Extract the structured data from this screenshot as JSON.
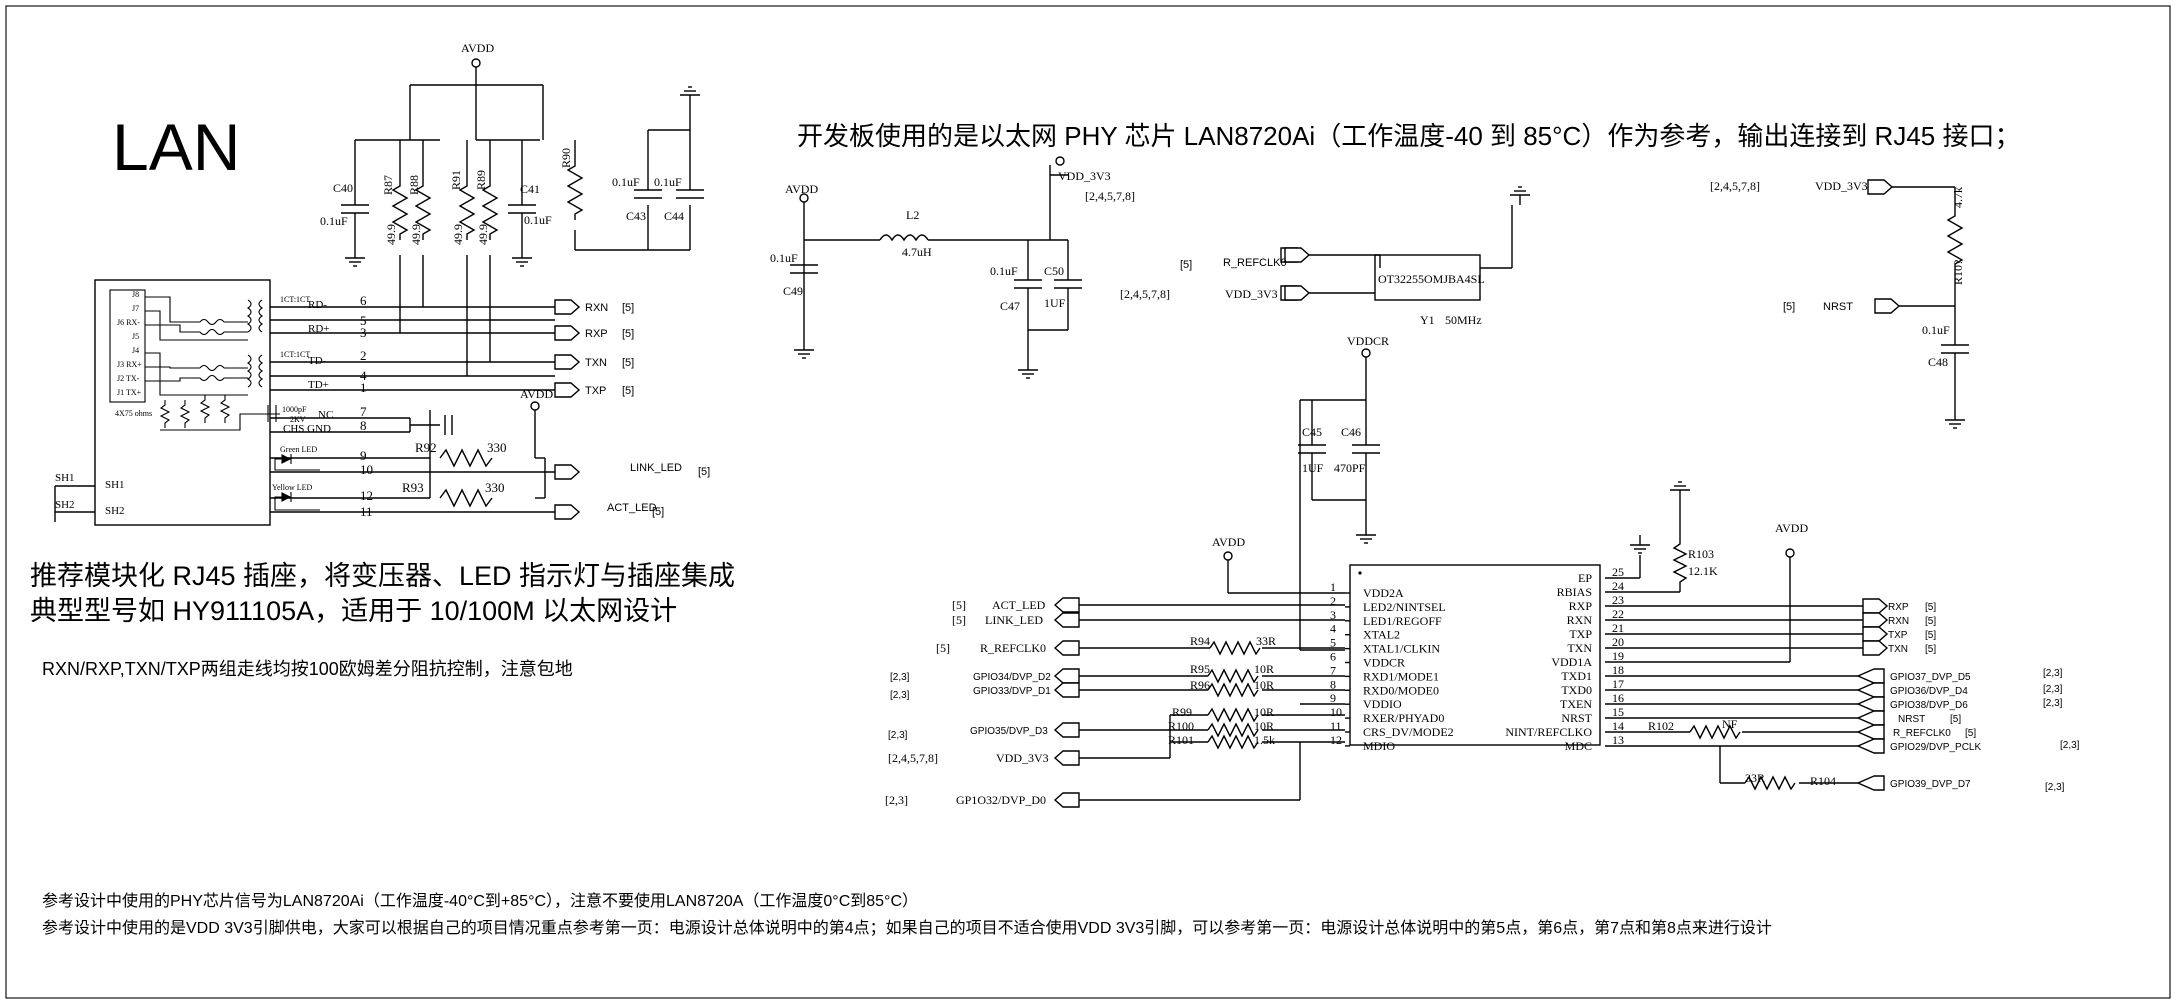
{
  "title": "LAN",
  "top_note": "开发板使用的是以太网 PHY 芯片 LAN8720Ai（工作温度-40 到 85°C）作为参考，输出连接到 RJ45 接口；",
  "left_notes": {
    "line1": "推荐模块化 RJ45 插座，将变压器、LED 指示灯与插座集成",
    "line2": "典型型号如 HY911105A，适用于 10/100M 以太网设计",
    "line3": "RXN/RXP,TXN/TXP两组走线均按100欧姆差分阻抗控制，注意包地"
  },
  "bottom_notes": {
    "line1": "参考设计中使用的PHY芯片信号为LAN8720Ai（工作温度-40°C到+85°C），注意不要使用LAN8720A（工作温度0°C到85°C）",
    "line2": "参考设计中使用的是VDD 3V3引脚供电，大家可以根据自己的项目情况重点参考第一页：电源设计总体说明中的第4点；如果自己的项目不适合使用VDD 3V3引脚，可以参考第一页：电源设计总体说明中的第5点，第6点，第7点和第8点来进行设计"
  },
  "power": {
    "avdd": "AVDD",
    "vdd3v3": "VDD_3V3",
    "vddcr": "VDDCR"
  },
  "rj45": {
    "pins_left": [
      "J8",
      "J7",
      "J6 RX-",
      "J5",
      "J4",
      "J3 RX+",
      "J2 TX-",
      "J1 TX+"
    ],
    "ohms": "4X75 ohms",
    "xfmr1": "1CT:1CT",
    "xfmr2": "1CT:1CT",
    "rd_minus": "RD-",
    "rd_plus": "RD+",
    "td_minus": "TD-",
    "td_plus": "TD+",
    "cap": "1000pF",
    "kv": "2KV",
    "nc": "NC",
    "chsgnd": "CHS GND",
    "green_led": "Green LED",
    "yellow_led": "Yellow LED",
    "sh1": "SH1",
    "sh2": "SH2",
    "sh1_net": "SH1",
    "sh2_net": "SH2",
    "pin_numbers": [
      "6",
      "5",
      "3",
      "2",
      "4",
      "1",
      "7",
      "8",
      "9",
      "10",
      "12",
      "11"
    ]
  },
  "nets_left": {
    "rxn": "RXN",
    "rxp": "RXP",
    "txn": "TXN",
    "txp": "TXP",
    "link_led": "LINK_LED",
    "act_led": "ACT_LED",
    "ref5": "[5]"
  },
  "components": {
    "c40": "C40",
    "c40v": "0.1uF",
    "r87": "R87",
    "r87v": "49.9",
    "r88": "R88",
    "r88v": "49.9",
    "r91": "R91",
    "r91v": "49.9",
    "r89": "R89",
    "r89v": "49.9",
    "c41": "C41",
    "c41v": "0.1uF",
    "r90": "R90",
    "c43": "C43",
    "c43v": "0.1uF",
    "c44": "C44",
    "c44v": "0.1uF",
    "r92": "R92",
    "r92v": "330",
    "r93": "R93",
    "r93v": "330",
    "c49": "C49",
    "c49v": "0.1uF",
    "l2": "L2",
    "l2v": "4.7uH",
    "c47": "C47",
    "c47v": "0.1uF",
    "c50": "C50",
    "c50v": "1UF",
    "y1": "Y1",
    "y1v": "50MHz",
    "y1part": "OT32255OMJBA4SL",
    "c45": "C45",
    "c45v": "1UF",
    "c46": "C46",
    "c46v": "470PF",
    "r103": "R103",
    "r103v": "12.1K",
    "r10x": "R10?",
    "r10xv": "4.7k",
    "c48": "C48",
    "c48v": "0.1uF",
    "r94": "R94",
    "r94v": "33R",
    "r95": "R95",
    "r95v": "10R",
    "r96": "R96",
    "r96v": "10R",
    "r99": "R99",
    "r99v": "10R",
    "r100": "R100",
    "r100v": "10R",
    "r101": "R101",
    "r101v": "1.5k",
    "r102": "R102",
    "r102v": "NF",
    "r104": "R104",
    "r104v": "33R"
  },
  "chip": {
    "left_pins": [
      {
        "num": "1",
        "name": "VDD2A"
      },
      {
        "num": "2",
        "name": "LED2/NINTSEL"
      },
      {
        "num": "3",
        "name": "LED1/REGOFF"
      },
      {
        "num": "4",
        "name": "XTAL2"
      },
      {
        "num": "5",
        "name": "XTAL1/CLKIN"
      },
      {
        "num": "6",
        "name": "VDDCR"
      },
      {
        "num": "7",
        "name": "RXD1/MODE1"
      },
      {
        "num": "8",
        "name": "RXD0/MODE0"
      },
      {
        "num": "9",
        "name": "VDDIO"
      },
      {
        "num": "10",
        "name": "RXER/PHYAD0"
      },
      {
        "num": "11",
        "name": "CRS_DV/MODE2"
      },
      {
        "num": "12",
        "name": "MDIO"
      }
    ],
    "right_pins": [
      {
        "num": "25",
        "name": "EP"
      },
      {
        "num": "24",
        "name": "RBIAS"
      },
      {
        "num": "23",
        "name": "RXP"
      },
      {
        "num": "22",
        "name": "RXN"
      },
      {
        "num": "21",
        "name": "TXP"
      },
      {
        "num": "20",
        "name": "TXN"
      },
      {
        "num": "19",
        "name": "VDD1A"
      },
      {
        "num": "18",
        "name": "TXD1"
      },
      {
        "num": "17",
        "name": "TXD0"
      },
      {
        "num": "16",
        "name": "TXEN"
      },
      {
        "num": "15",
        "name": "NRST"
      },
      {
        "num": "14",
        "name": "NINT/REFCLKO"
      },
      {
        "num": "13",
        "name": "MDC"
      }
    ]
  },
  "nets_chip_left": {
    "act_led": "ACT_LED",
    "link_led": "LINK_LED",
    "r_refclk0": "R_REFCLK0",
    "gpio34": "GPIO34/DVP_D2",
    "gpio33": "GPIO33/DVP_D1",
    "gpio35": "GPIO35/DVP_D3",
    "vdd3v3": "VDD_3V3",
    "gpio32": "GP1O32/DVP_D0",
    "ref5": "[5]",
    "ref23": "[2,3]",
    "ref2578": "[2,4,5,7,8]"
  },
  "nets_chip_right": {
    "rxp": "RXP",
    "rxn": "RXN",
    "txp": "TXP",
    "txn": "TXN",
    "gpio37": "GPIO37_DVP_D5",
    "gpio36": "GPIO36/DVP_D4",
    "gpio38": "GPIO38/DVP_D6",
    "nrst": "NRST",
    "r_refclk0": "R_REFCLK0",
    "gpio29": "GPIO29/DVP_PCLK",
    "gpio39": "GPIO39_DVP_D7",
    "ref5": "[5]",
    "ref23": "[2,3]"
  },
  "nets_misc": {
    "r_refclk0": "R_REFCLK0",
    "vdd3v3": "VDD_3V3",
    "nrst": "NRST",
    "ref5": "[5]",
    "ref2578": "[2,4,5,7,8]"
  }
}
